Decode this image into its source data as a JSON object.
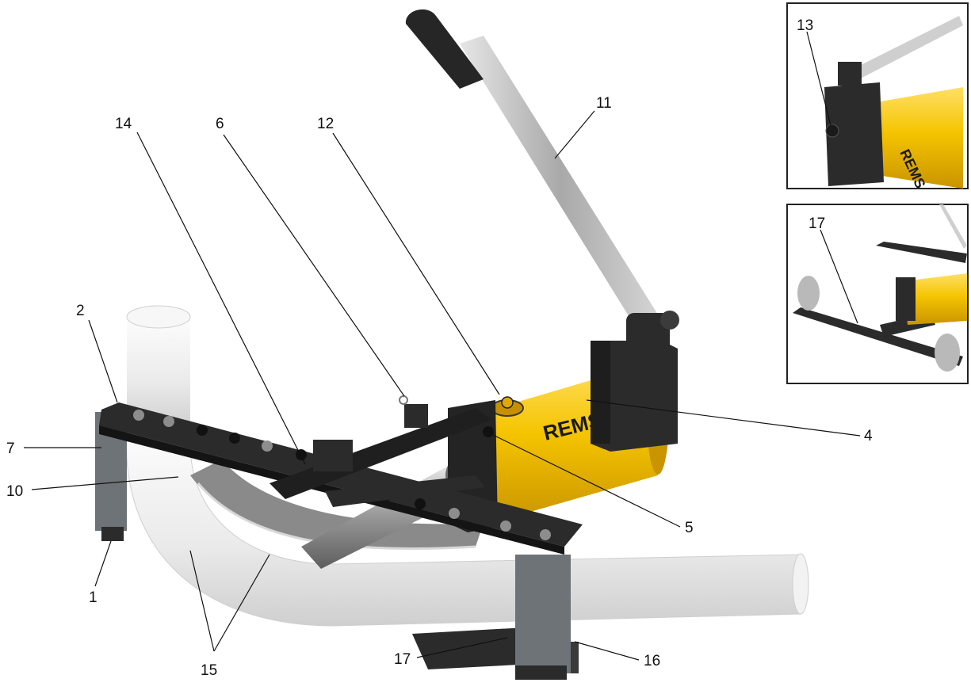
{
  "brand": {
    "main_logo": "REMS",
    "inset_logo": "REMS"
  },
  "colors": {
    "yellow": "#f5c400",
    "yellow_dark": "#d9a600",
    "steel_dark": "#2b2b2b",
    "steel_mid": "#4a4a4a",
    "gray_block": "#6e7377",
    "pipe": "#ececec",
    "handle": "#bcbcbc"
  },
  "callouts": {
    "c1": "1",
    "c2": "2",
    "c4": "4",
    "c5": "5",
    "c6": "6",
    "c7": "7",
    "c10": "10",
    "c11": "11",
    "c12": "12",
    "c13": "13",
    "c14": "14",
    "c15": "15",
    "c16": "16",
    "c17": "17",
    "c17_inset": "17"
  }
}
